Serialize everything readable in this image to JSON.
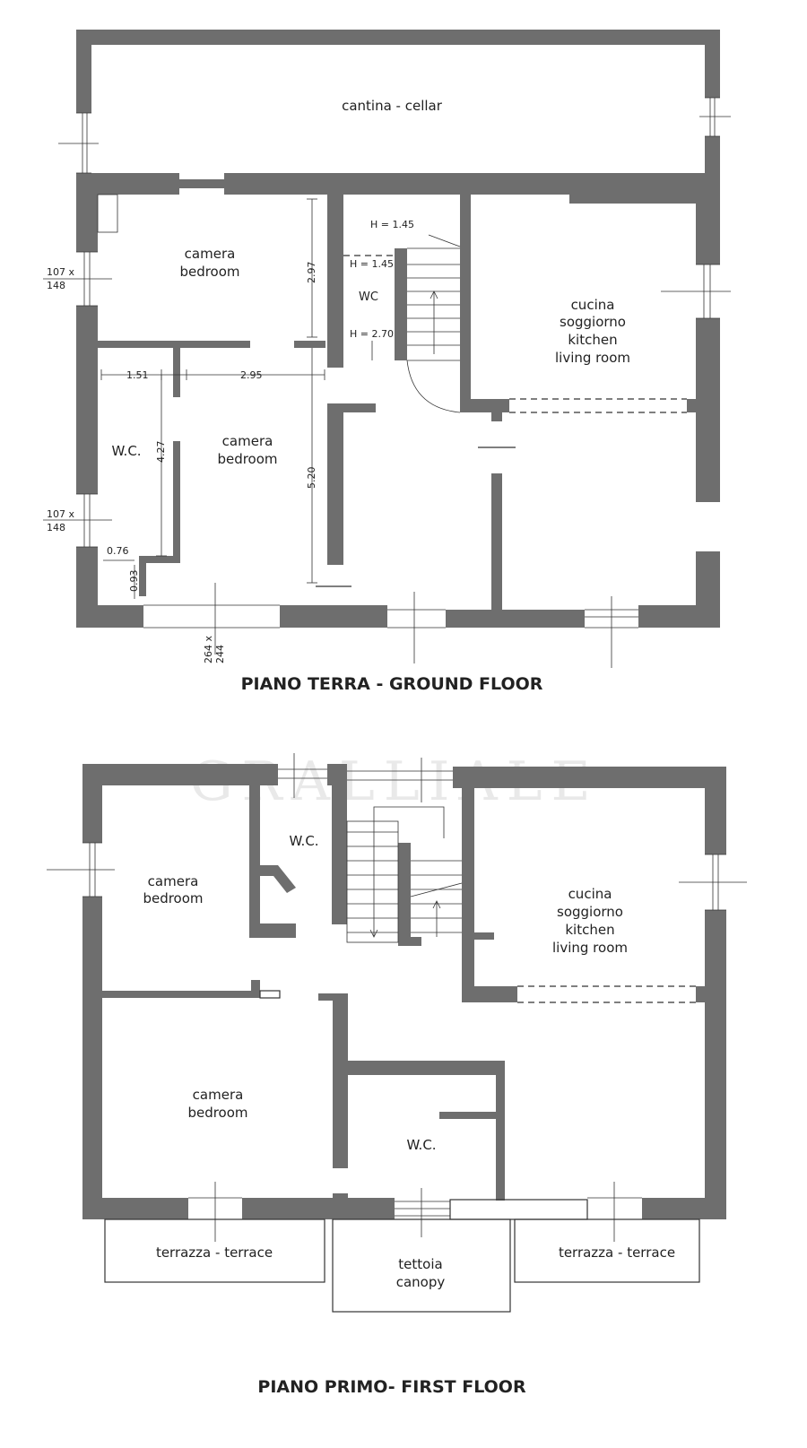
{
  "watermark": "GRALLIALE",
  "ground_floor": {
    "title": "PIANO TERRA - GROUND FLOOR",
    "rooms": {
      "cellar": "cantina - cellar",
      "bedroom1_it": "camera",
      "bedroom1_en": "bedroom",
      "bedroom2_it": "camera",
      "bedroom2_en": "bedroom",
      "wc_small": "WC",
      "wc_large": "W.C.",
      "kitchen_1": "cucina",
      "kitchen_2": "soggiorno",
      "kitchen_3": "kitchen",
      "kitchen_4": "living room"
    },
    "heights": {
      "h1": "H = 1.45",
      "h2": "H = 1.45",
      "h3": "H = 2.70"
    },
    "dimensions": {
      "d297": "2.97",
      "d151": "1.51",
      "d295": "2.95",
      "d427": "4.27",
      "d520": "5.20",
      "d076": "0.76",
      "d093": "0.93"
    },
    "windows": {
      "w1_top": "107 x",
      "w1_bot": "148",
      "w2_top": "107 x",
      "w2_bot": "148",
      "door_a": "264 x",
      "door_b": "244"
    }
  },
  "first_floor": {
    "title": "PIANO PRIMO- FIRST FLOOR",
    "rooms": {
      "bedroom1_it": "camera",
      "bedroom1_en": "bedroom",
      "wc1": "W.C.",
      "kitchen_1": "cucina",
      "kitchen_2": "soggiorno",
      "kitchen_3": "kitchen",
      "kitchen_4": "living room",
      "bedroom2_it": "camera",
      "bedroom2_en": "bedroom",
      "wc2": "W.C.",
      "terrace_left": "terrazza - terrace",
      "canopy_it": "tettoia",
      "canopy_en": "canopy",
      "terrace_right": "terrazza - terrace"
    }
  }
}
